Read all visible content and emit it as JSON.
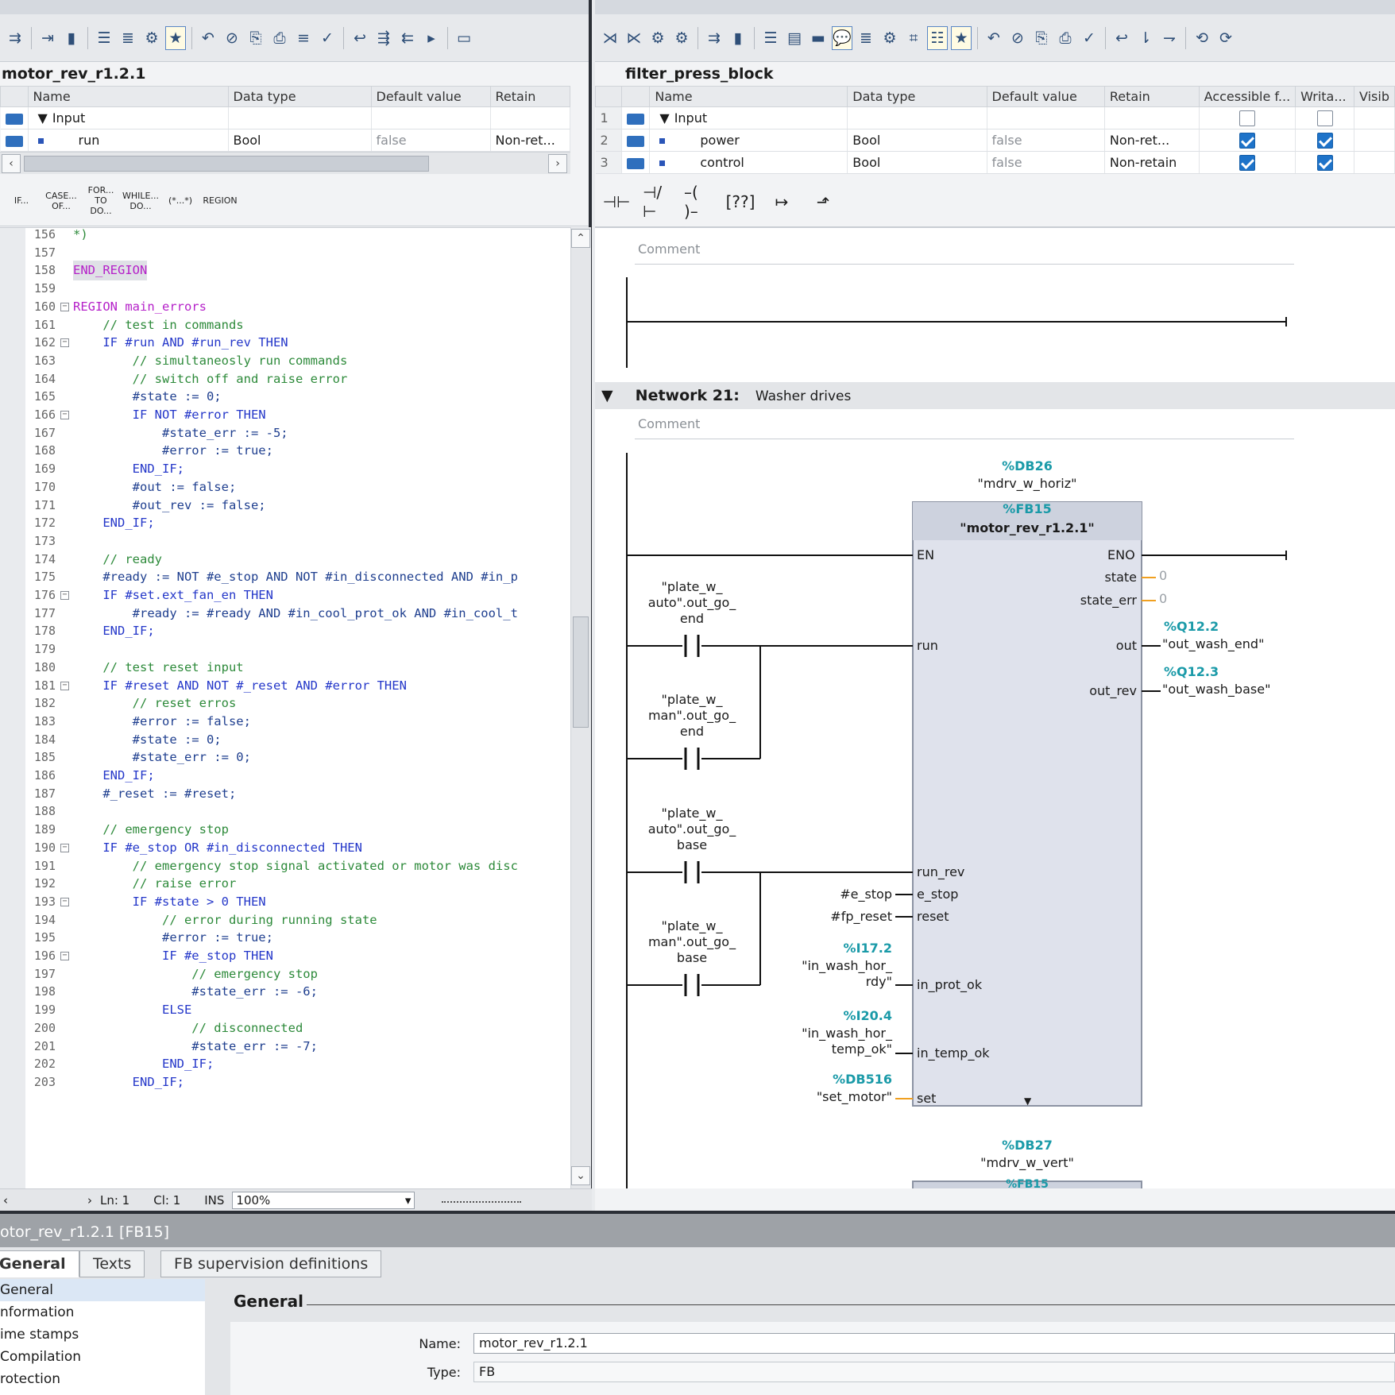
{
  "left": {
    "block_name": "motor_rev_r1.2.1",
    "iface_headers": [
      "Name",
      "Data type",
      "Default value",
      "Retain"
    ],
    "iface_rows": [
      {
        "name": "Input",
        "type": "",
        "default": "",
        "retain": ""
      },
      {
        "name": "run",
        "type": "Bool",
        "default": "false",
        "retain": "Non-ret..."
      }
    ],
    "kw": [
      "IF...",
      "CASE... OF...",
      "FOR... TO DO...",
      "WHILE... DO...",
      "(*...*)",
      "REGION"
    ],
    "status": {
      "ln": "Ln: 1",
      "cl": "Cl: 1",
      "ins": "INS",
      "zoom": "100%"
    }
  },
  "code_lines": [
    {
      "n": "156",
      "t": "*)",
      "c": "cmt"
    },
    {
      "n": "157",
      "t": "",
      "c": ""
    },
    {
      "n": "158",
      "t": "END_REGION",
      "c": "rgn"
    },
    {
      "n": "159",
      "t": "",
      "c": ""
    },
    {
      "n": "160",
      "t": "REGION main_errors",
      "c": "rgn"
    },
    {
      "n": "161",
      "t": "    // test in commands",
      "c": "cmt"
    },
    {
      "n": "162",
      "t": "    IF #run AND #run_rev THEN",
      "c": "kwd"
    },
    {
      "n": "163",
      "t": "        // simultaneosly run commands",
      "c": "cmt"
    },
    {
      "n": "164",
      "t": "        // switch off and raise error",
      "c": "cmt"
    },
    {
      "n": "165",
      "t": "        #state := 0;",
      "c": "var"
    },
    {
      "n": "166",
      "t": "        IF NOT #error THEN",
      "c": "kwd"
    },
    {
      "n": "167",
      "t": "            #state_err := -5;",
      "c": "var"
    },
    {
      "n": "168",
      "t": "            #error := true;",
      "c": "var"
    },
    {
      "n": "169",
      "t": "        END_IF;",
      "c": "kwd"
    },
    {
      "n": "170",
      "t": "        #out := false;",
      "c": "var"
    },
    {
      "n": "171",
      "t": "        #out_rev := false;",
      "c": "var"
    },
    {
      "n": "172",
      "t": "    END_IF;",
      "c": "kwd"
    },
    {
      "n": "173",
      "t": "",
      "c": ""
    },
    {
      "n": "174",
      "t": "    // ready",
      "c": "cmt"
    },
    {
      "n": "175",
      "t": "    #ready := NOT #e_stop AND NOT #in_disconnected AND #in_p",
      "c": "var"
    },
    {
      "n": "176",
      "t": "    IF #set.ext_fan_en THEN",
      "c": "kwd"
    },
    {
      "n": "177",
      "t": "        #ready := #ready AND #in_cool_prot_ok AND #in_cool_t",
      "c": "var"
    },
    {
      "n": "178",
      "t": "    END_IF;",
      "c": "kwd"
    },
    {
      "n": "179",
      "t": "",
      "c": ""
    },
    {
      "n": "180",
      "t": "    // test reset input",
      "c": "cmt"
    },
    {
      "n": "181",
      "t": "    IF #reset AND NOT #_reset AND #error THEN",
      "c": "kwd"
    },
    {
      "n": "182",
      "t": "        // reset erros",
      "c": "cmt"
    },
    {
      "n": "183",
      "t": "        #error := false;",
      "c": "var"
    },
    {
      "n": "184",
      "t": "        #state := 0;",
      "c": "var"
    },
    {
      "n": "185",
      "t": "        #state_err := 0;",
      "c": "var"
    },
    {
      "n": "186",
      "t": "    END_IF;",
      "c": "kwd"
    },
    {
      "n": "187",
      "t": "    #_reset := #reset;",
      "c": "var"
    },
    {
      "n": "188",
      "t": "",
      "c": ""
    },
    {
      "n": "189",
      "t": "    // emergency stop",
      "c": "cmt"
    },
    {
      "n": "190",
      "t": "    IF #e_stop OR #in_disconnected THEN",
      "c": "kwd"
    },
    {
      "n": "191",
      "t": "        // emergency stop signal activated or motor was disc",
      "c": "cmt"
    },
    {
      "n": "192",
      "t": "        // raise error",
      "c": "cmt"
    },
    {
      "n": "193",
      "t": "        IF #state > 0 THEN",
      "c": "kwd"
    },
    {
      "n": "194",
      "t": "            // error during running state",
      "c": "cmt"
    },
    {
      "n": "195",
      "t": "            #error := true;",
      "c": "var"
    },
    {
      "n": "196",
      "t": "            IF #e_stop THEN",
      "c": "kwd"
    },
    {
      "n": "197",
      "t": "                // emergency stop",
      "c": "cmt"
    },
    {
      "n": "198",
      "t": "                #state_err := -6;",
      "c": "var"
    },
    {
      "n": "199",
      "t": "            ELSE",
      "c": "kwd"
    },
    {
      "n": "200",
      "t": "                // disconnected",
      "c": "cmt"
    },
    {
      "n": "201",
      "t": "                #state_err := -7;",
      "c": "var"
    },
    {
      "n": "202",
      "t": "            END_IF;",
      "c": "kwd"
    },
    {
      "n": "203",
      "t": "        END_IF;",
      "c": "kwd"
    }
  ],
  "right": {
    "block_name": "filter_press_block",
    "iface_headers": [
      "",
      "Name",
      "Data type",
      "Default value",
      "Retain",
      "Accessible f...",
      "Writa...",
      "Visib"
    ],
    "iface_rows": [
      {
        "num": "1",
        "name": "Input",
        "type": "",
        "default": "",
        "retain": ""
      },
      {
        "num": "2",
        "name": "power",
        "type": "Bool",
        "default": "false",
        "retain": "Non-ret..."
      },
      {
        "num": "3",
        "name": "control",
        "type": "Bool",
        "default": "false",
        "retain": "Non-retain"
      }
    ],
    "comment_placeholder": "Comment",
    "network": {
      "title": "Network 21:",
      "desc": "Washer drives",
      "db": "%DB26",
      "db_name": "\"mdrv_w_horiz\"",
      "fb": "%FB15",
      "fb_name": "\"motor_rev_r1.2.1\"",
      "en": "EN",
      "eno": "ENO",
      "pins_in": [
        "run",
        "run_rev",
        "e_stop",
        "reset",
        "in_prot_ok",
        "in_temp_ok",
        "set"
      ],
      "pins_out": [
        "state",
        "state_err",
        "out",
        "out_rev"
      ],
      "out_vals": [
        "0",
        "0"
      ],
      "out_addr": [
        "%Q12.2",
        "%Q12.3"
      ],
      "out_tags": [
        "\"out_wash_end\"",
        "\"out_wash_base\""
      ],
      "contacts": [
        [
          "\"plate_w_",
          "auto\".out_go_",
          "end"
        ],
        [
          "\"plate_w_",
          "man\".out_go_",
          "end"
        ],
        [
          "\"plate_w_",
          "auto\".out_go_",
          "base"
        ],
        [
          "\"plate_w_",
          "man\".out_go_",
          "base"
        ]
      ],
      "in_tags": {
        "e_stop": "#e_stop",
        "reset": "#fp_reset",
        "prot_addr": "%I17.2",
        "prot_tag1": "\"in_wash_hor_",
        "prot_tag2": "rdy\"",
        "temp_addr": "%I20.4",
        "temp_tag1": "\"in_wash_hor_",
        "temp_tag2": "temp_ok\"",
        "set_addr": "%DB516",
        "set_tag": "\"set_motor\""
      },
      "db2": "%DB27",
      "db2_name": "\"mdrv_w_vert\"",
      "fb2": "%FB15"
    }
  },
  "bottom": {
    "title": "otor_rev_r1.2.1 [FB15]",
    "tabs": [
      "General",
      "Texts",
      "FB supervision definitions"
    ],
    "nav": [
      "General",
      "nformation",
      "ime stamps",
      "Compilation",
      "rotection"
    ],
    "section": "General",
    "name_label": "Name:",
    "name_value": "motor_rev_r1.2.1",
    "type_label": "Type:",
    "type_value": "FB"
  },
  "colors": {
    "teal": "#1a9aa8",
    "orange": "#f0a020",
    "accent": "#1e73c9"
  }
}
